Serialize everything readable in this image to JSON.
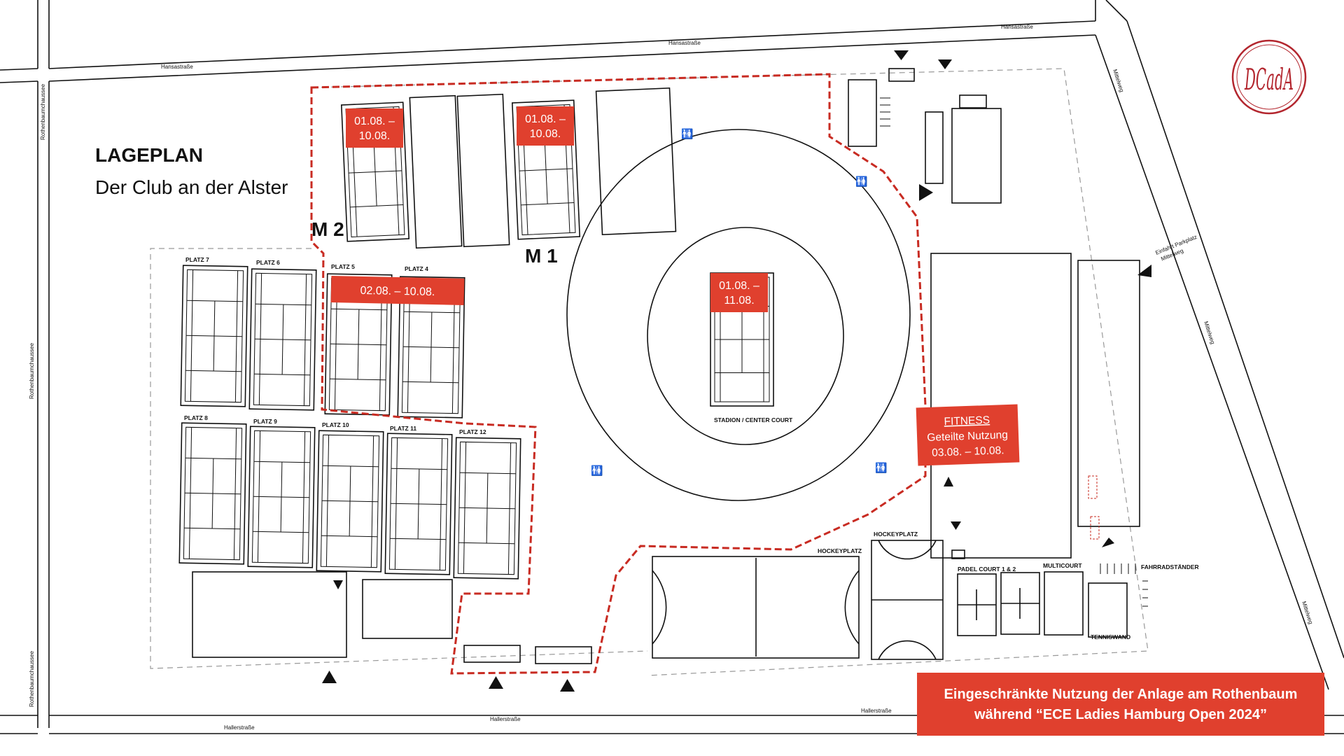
{
  "title": {
    "heading": "LAGEPLAN",
    "subheading": "Der Club an der Alster"
  },
  "streets": {
    "hansastrasse": "Hansastraße",
    "rothenbaumchaussee": "Rothenbaumchaussee",
    "hallerstrasse": "Hallerstraße",
    "mittelweg": "Mittelweg"
  },
  "entrance_label_line1": "Einfahrt Parkplatz",
  "entrance_label_line2": "Mittelweg",
  "areas": {
    "m1": "M 1",
    "m2": "M 2",
    "stadium": "STADION / CENTER COURT",
    "hockey1": "HOCKEYPLATZ",
    "hockey2": "HOCKEYPLATZ",
    "padel": "PADEL COURT 1 & 2",
    "multicourt": "MULTICOURT",
    "tenniswand": "TENNISWAND",
    "fahrradstaender": "FAHRRADSTÄNDER"
  },
  "courts": {
    "platz4": "PLATZ 4",
    "platz5": "PLATZ 5",
    "platz6": "PLATZ 6",
    "platz7": "PLATZ 7",
    "platz8": "PLATZ 8",
    "platz9": "PLATZ 9",
    "platz10": "PLATZ 10",
    "platz11": "PLATZ 11",
    "platz12": "PLATZ 12"
  },
  "date_tags": {
    "m2_line1": "01.08. –",
    "m2_line2": "10.08.",
    "m1_line1": "01.08. –",
    "m1_line2": "10.08.",
    "stadium_line1": "01.08. –",
    "stadium_line2": "11.08.",
    "platz45": "02.08. – 10.08."
  },
  "fitness": {
    "title": "FITNESS",
    "line2": "Geteilte Nutzung",
    "line3": "03.08. – 10.08."
  },
  "notice": {
    "line1": "Eingeschränkte Nutzung der Anlage am Rothenbaum",
    "line2": "während “ECE Ladies Hamburg Open 2024”"
  },
  "logo_text": "DCadA",
  "colors": {
    "accent_red": "#e0402e",
    "restriction_line": "#c82b22",
    "line": "#111111"
  }
}
